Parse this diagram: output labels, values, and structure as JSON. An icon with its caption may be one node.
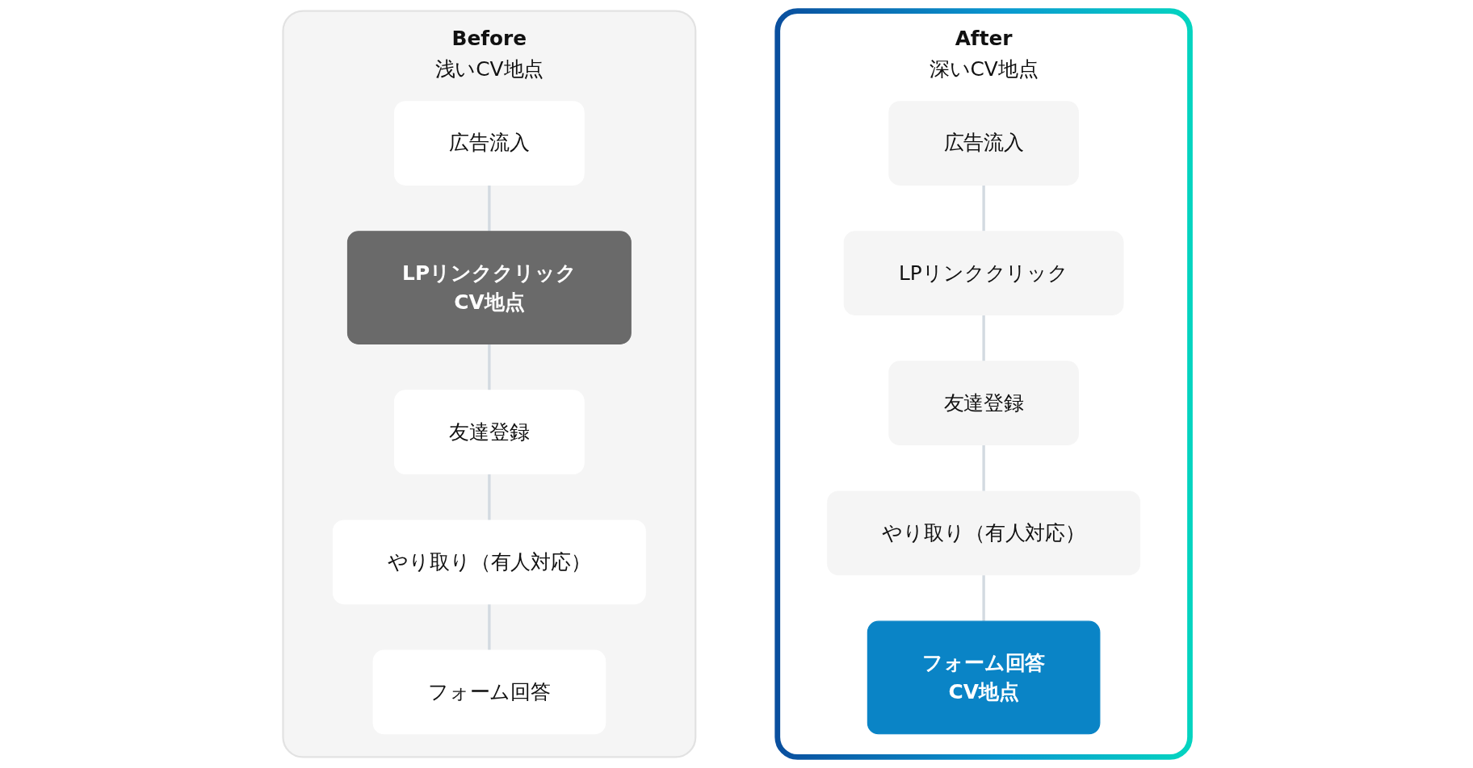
{
  "diagram": {
    "nodes": [
      {
        "text": [
          "Before",
          "浅いCV地点"
        ]
      },
      {
        "text": [
          "広告流入"
        ],
        "in": 0
      },
      {
        "text": [
          "LPリンククリック",
          "CV地点"
        ],
        "in": 0
      },
      {
        "text": [
          "友達登録"
        ],
        "in": 0
      },
      {
        "text": [
          "やり取り（有人対応）"
        ],
        "in": 0
      },
      {
        "text": [
          "フォーム回答"
        ],
        "in": 0
      },
      {
        "text": [
          "After",
          "深いCV地点"
        ]
      },
      {
        "text": [
          "広告流入"
        ],
        "in": 6
      },
      {
        "text": [
          "LPリンククリック"
        ],
        "in": 6
      },
      {
        "text": [
          "友達登録"
        ],
        "in": 6
      },
      {
        "text": [
          "やり取り（有人対応）"
        ],
        "in": 6
      },
      {
        "text": [
          "フォーム回答",
          "CV地点"
        ],
        "in": 6
      }
    ],
    "edges": [
      {
        "from": 1,
        "to": 2,
        "arrow": "none"
      },
      {
        "from": 2,
        "to": 3,
        "arrow": "none"
      },
      {
        "from": 3,
        "to": 4,
        "arrow": "none"
      },
      {
        "from": 4,
        "to": 5,
        "arrow": "none"
      },
      {
        "from": 7,
        "to": 8,
        "arrow": "none"
      },
      {
        "from": 8,
        "to": 9,
        "arrow": "none"
      },
      {
        "from": 9,
        "to": 10,
        "arrow": "none"
      },
      {
        "from": 10,
        "to": 11,
        "arrow": "none"
      }
    ]
  }
}
